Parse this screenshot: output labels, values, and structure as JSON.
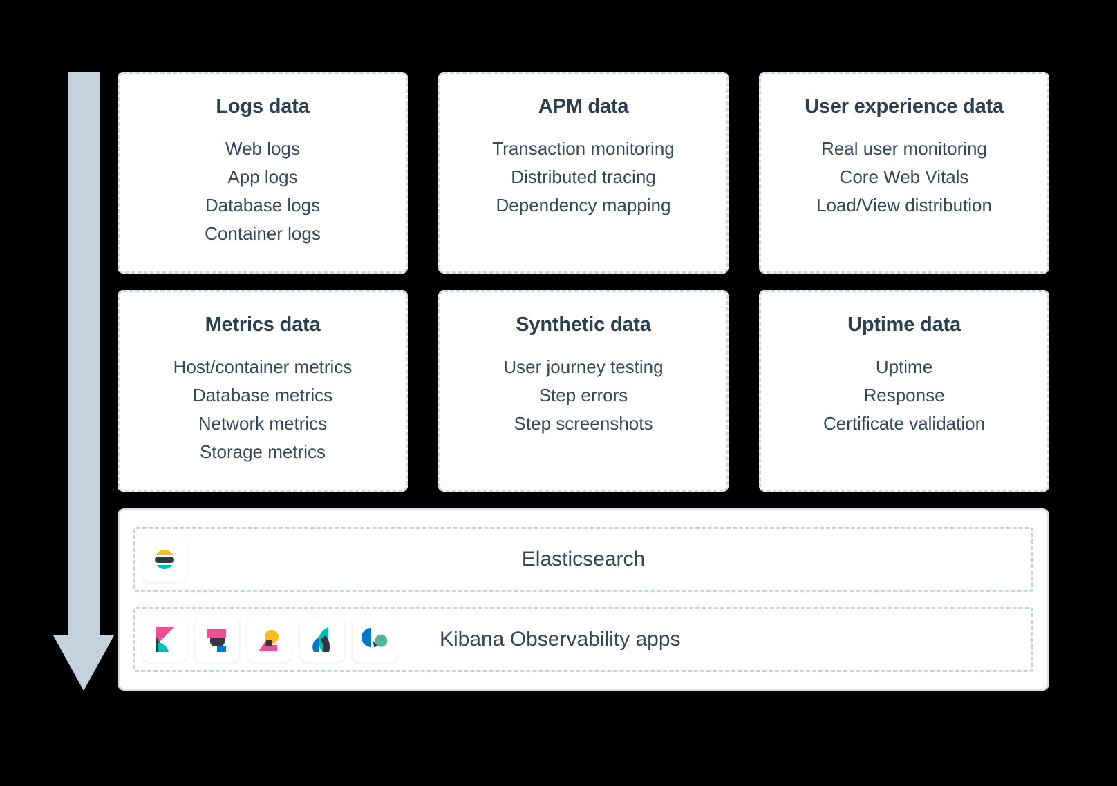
{
  "diagram": {
    "arrow": {
      "name": "data-flow-arrow",
      "direction": "down",
      "color": "#c3d2dd"
    },
    "cards": [
      {
        "title": "Logs data",
        "items": [
          "Web logs",
          "App logs",
          "Database logs",
          "Container logs"
        ]
      },
      {
        "title": "APM data",
        "items": [
          "Transaction monitoring",
          "Distributed tracing",
          "Dependency mapping"
        ]
      },
      {
        "title": "User experience data",
        "items": [
          "Real user monitoring",
          "Core Web Vitals",
          "Load/View distribution"
        ]
      },
      {
        "title": "Metrics data",
        "items": [
          "Host/container metrics",
          "Database metrics",
          "Network metrics",
          "Storage metrics"
        ]
      },
      {
        "title": "Synthetic data",
        "items": [
          "User journey testing",
          "Step errors",
          "Step screenshots"
        ]
      },
      {
        "title": "Uptime data",
        "items": [
          "Uptime",
          "Response",
          "Certificate validation"
        ]
      }
    ],
    "platform": {
      "storage_row": {
        "label": "Elasticsearch",
        "logos": [
          "elasticsearch-logo"
        ]
      },
      "apps_row": {
        "label": "Kibana Observability apps",
        "logos": [
          "kibana-logo",
          "apm-logo",
          "metrics-logo",
          "uptime-logo",
          "synthetics-logo"
        ]
      }
    }
  },
  "colors": {
    "background": "#000000",
    "card_surface": "#ffffff",
    "card_border": "#cbd8e2",
    "panel_border": "#d6e1e9",
    "title_text": "#2c3e4f",
    "body_text": "#37475a",
    "arrow": "#c3d2dd",
    "elastic_yellow": "#f5bd20",
    "elastic_teal": "#00bfb3",
    "elastic_dark": "#343741",
    "elastic_pink": "#ee5097",
    "elastic_blue": "#0077cc",
    "elastic_green": "#54b399"
  }
}
